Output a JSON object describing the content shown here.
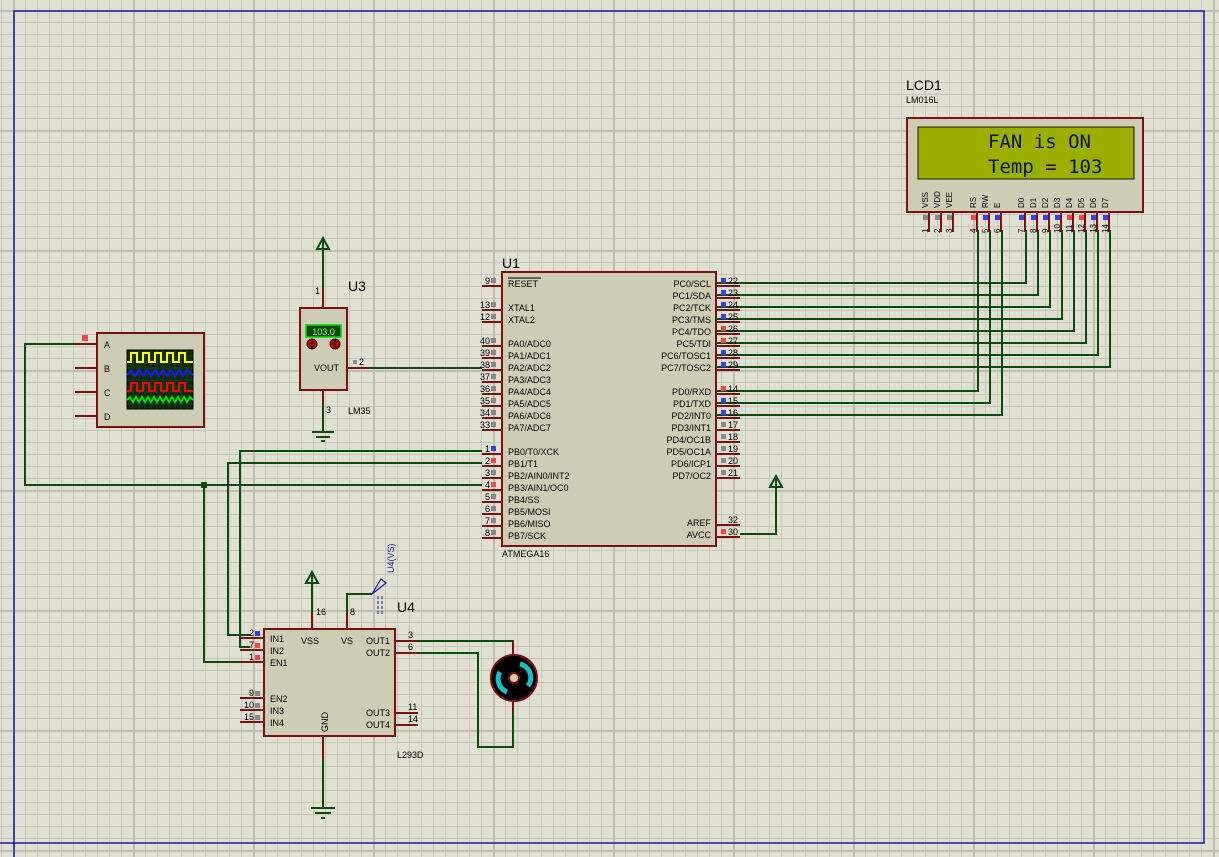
{
  "canvas": {
    "background": "#dfdfd2",
    "border_color": "#1a1aa8"
  },
  "colors": {
    "wire": "#0b4a10",
    "pin": "#7a1010",
    "component_body": "#cdcdb6",
    "state_high": "#f04848",
    "state_low": "#3c3cf0",
    "state_floating": "#888888",
    "lcd_screen": "#9ab000",
    "probe": "#1a1aa8"
  },
  "lcd": {
    "ref": "LCD1",
    "part": "LM016L",
    "line1": "FAN is ON",
    "line2": "Temp =  103",
    "pins": [
      {
        "num": "1",
        "name": "VSS",
        "state": "floating"
      },
      {
        "num": "2",
        "name": "VDD",
        "state": "floating"
      },
      {
        "num": "3",
        "name": "VEE",
        "state": "floating"
      },
      {
        "num": "4",
        "name": "RS",
        "state": "high"
      },
      {
        "num": "5",
        "name": "RW",
        "state": "low"
      },
      {
        "num": "6",
        "name": "E",
        "state": "low"
      },
      {
        "num": "7",
        "name": "D0",
        "state": "low"
      },
      {
        "num": "8",
        "name": "D1",
        "state": "low"
      },
      {
        "num": "9",
        "name": "D2",
        "state": "low"
      },
      {
        "num": "10",
        "name": "D3",
        "state": "low"
      },
      {
        "num": "11",
        "name": "D4",
        "state": "high"
      },
      {
        "num": "12",
        "name": "D5",
        "state": "high"
      },
      {
        "num": "13",
        "name": "D6",
        "state": "low"
      },
      {
        "num": "14",
        "name": "D7",
        "state": "low"
      }
    ]
  },
  "mcu": {
    "ref": "U1",
    "part": "ATMEGA16",
    "left_pins": [
      {
        "num": "9",
        "name": "RESET",
        "state": "floating",
        "overline": true
      },
      {
        "num": "13",
        "name": "XTAL1",
        "state": "floating"
      },
      {
        "num": "12",
        "name": "XTAL2",
        "state": "floating"
      },
      {
        "num": "40",
        "name": "PA0/ADC0",
        "state": "floating"
      },
      {
        "num": "39",
        "name": "PA1/ADC1",
        "state": "floating"
      },
      {
        "num": "38",
        "name": "PA2/ADC2",
        "state": "floating"
      },
      {
        "num": "37",
        "name": "PA3/ADC3",
        "state": "floating"
      },
      {
        "num": "36",
        "name": "PA4/ADC4",
        "state": "floating"
      },
      {
        "num": "35",
        "name": "PA5/ADC5",
        "state": "floating"
      },
      {
        "num": "34",
        "name": "PA6/ADC6",
        "state": "floating"
      },
      {
        "num": "33",
        "name": "PA7/ADC7",
        "state": "floating"
      },
      {
        "num": "1",
        "name": "PB0/T0/XCK",
        "state": "low"
      },
      {
        "num": "2",
        "name": "PB1/T1",
        "state": "high"
      },
      {
        "num": "3",
        "name": "PB2/AIN0/INT2",
        "state": "floating"
      },
      {
        "num": "4",
        "name": "PB3/AIN1/OC0",
        "state": "high"
      },
      {
        "num": "5",
        "name": "PB4/SS",
        "state": "floating"
      },
      {
        "num": "6",
        "name": "PB5/MOSI",
        "state": "floating"
      },
      {
        "num": "7",
        "name": "PB6/MISO",
        "state": "floating"
      },
      {
        "num": "8",
        "name": "PB7/SCK",
        "state": "floating"
      }
    ],
    "right_pins": [
      {
        "num": "22",
        "name": "PC0/SCL",
        "state": "low"
      },
      {
        "num": "23",
        "name": "PC1/SDA",
        "state": "low"
      },
      {
        "num": "24",
        "name": "PC2/TCK",
        "state": "low"
      },
      {
        "num": "25",
        "name": "PC3/TMS",
        "state": "low"
      },
      {
        "num": "26",
        "name": "PC4/TDO",
        "state": "high"
      },
      {
        "num": "27",
        "name": "PC5/TDI",
        "state": "high"
      },
      {
        "num": "28",
        "name": "PC6/TOSC1",
        "state": "low"
      },
      {
        "num": "29",
        "name": "PC7/TOSC2",
        "state": "low"
      },
      {
        "num": "14",
        "name": "PD0/RXD",
        "state": "high"
      },
      {
        "num": "15",
        "name": "PD1/TXD",
        "state": "low"
      },
      {
        "num": "16",
        "name": "PD2/INT0",
        "state": "low"
      },
      {
        "num": "17",
        "name": "PD3/INT1",
        "state": "floating"
      },
      {
        "num": "18",
        "name": "PD4/OC1B",
        "state": "floating"
      },
      {
        "num": "19",
        "name": "PD5/OC1A",
        "state": "floating"
      },
      {
        "num": "20",
        "name": "PD6/ICP1",
        "state": "floating"
      },
      {
        "num": "21",
        "name": "PD7/OC2",
        "state": "floating"
      },
      {
        "num": "32",
        "name": "AREF",
        "state": "none"
      },
      {
        "num": "30",
        "name": "AVCC",
        "state": "high"
      }
    ]
  },
  "sensor": {
    "ref": "U3",
    "part": "LM35",
    "reading": "103.0",
    "pin_vout_label": "VOUT",
    "pins": {
      "vs": "1",
      "vout": "2",
      "gnd": "3"
    }
  },
  "driver": {
    "ref": "U4",
    "part": "L293D",
    "probe_label": "U4(VS)",
    "left_pins": [
      {
        "num": "2",
        "name": "IN1",
        "state": "low"
      },
      {
        "num": "7",
        "name": "IN2",
        "state": "high"
      },
      {
        "num": "1",
        "name": "EN1",
        "state": "high"
      },
      {
        "num": "9",
        "name": "EN2",
        "state": "floating"
      },
      {
        "num": "10",
        "name": "IN3",
        "state": "floating"
      },
      {
        "num": "15",
        "name": "IN4",
        "state": "floating"
      }
    ],
    "right_pins": [
      {
        "num": "3",
        "name": "OUT1"
      },
      {
        "num": "6",
        "name": "OUT2"
      },
      {
        "num": "11",
        "name": "OUT3"
      },
      {
        "num": "14",
        "name": "OUT4"
      }
    ],
    "top_pins": [
      {
        "num": "16",
        "name": "VSS"
      },
      {
        "num": "8",
        "name": "VS"
      }
    ],
    "bottom_pin": {
      "name": "GND"
    }
  },
  "oscilloscope": {
    "channels": [
      "A",
      "B",
      "C",
      "D"
    ],
    "trace_colors": [
      "#ffff00",
      "#1a1aff",
      "#ff0000",
      "#00e000"
    ]
  },
  "motor": {
    "name": "DC motor"
  }
}
